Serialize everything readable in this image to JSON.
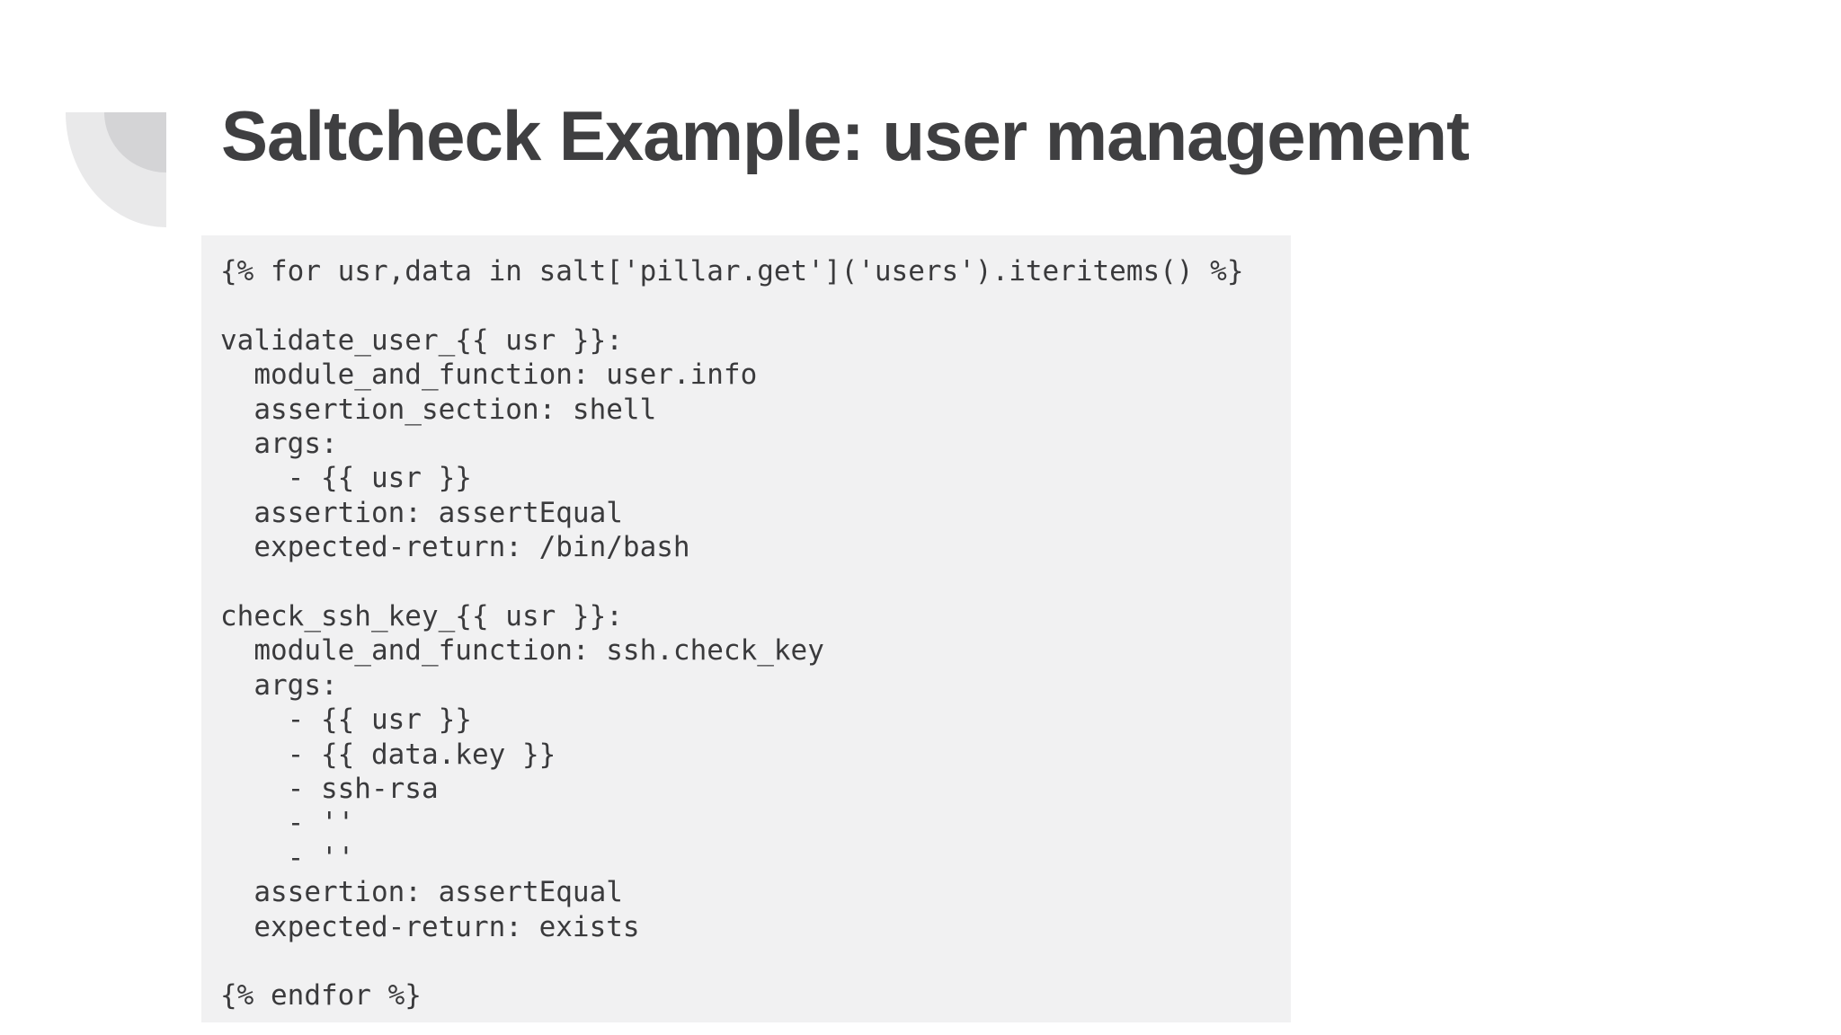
{
  "slide": {
    "title": "Saltcheck Example: user management",
    "code": {
      "lines": [
        "{% for usr,data in salt['pillar.get']('users').iteritems() %}",
        "",
        "validate_user_{{ usr }}:",
        "  module_and_function: user.info",
        "  assertion_section: shell",
        "  args:",
        "    - {{ usr }}",
        "  assertion: assertEqual",
        "  expected-return: /bin/bash",
        "",
        "check_ssh_key_{{ usr }}:",
        "  module_and_function: ssh.check_key",
        "  args:",
        "    - {{ usr }}",
        "    - {{ data.key }}",
        "    - ssh-rsa",
        "    - ''",
        "    - ''",
        "  assertion: assertEqual",
        "  expected-return: exists",
        "",
        "{% endfor %}"
      ]
    },
    "colors": {
      "background": "#ffffff",
      "title_text": "#3f3f41",
      "code_background": "#f1f1f2",
      "code_text": "#3a3a3c",
      "decoration_outer": "#e9e9ea",
      "decoration_inner": "#d4d4d6"
    }
  }
}
